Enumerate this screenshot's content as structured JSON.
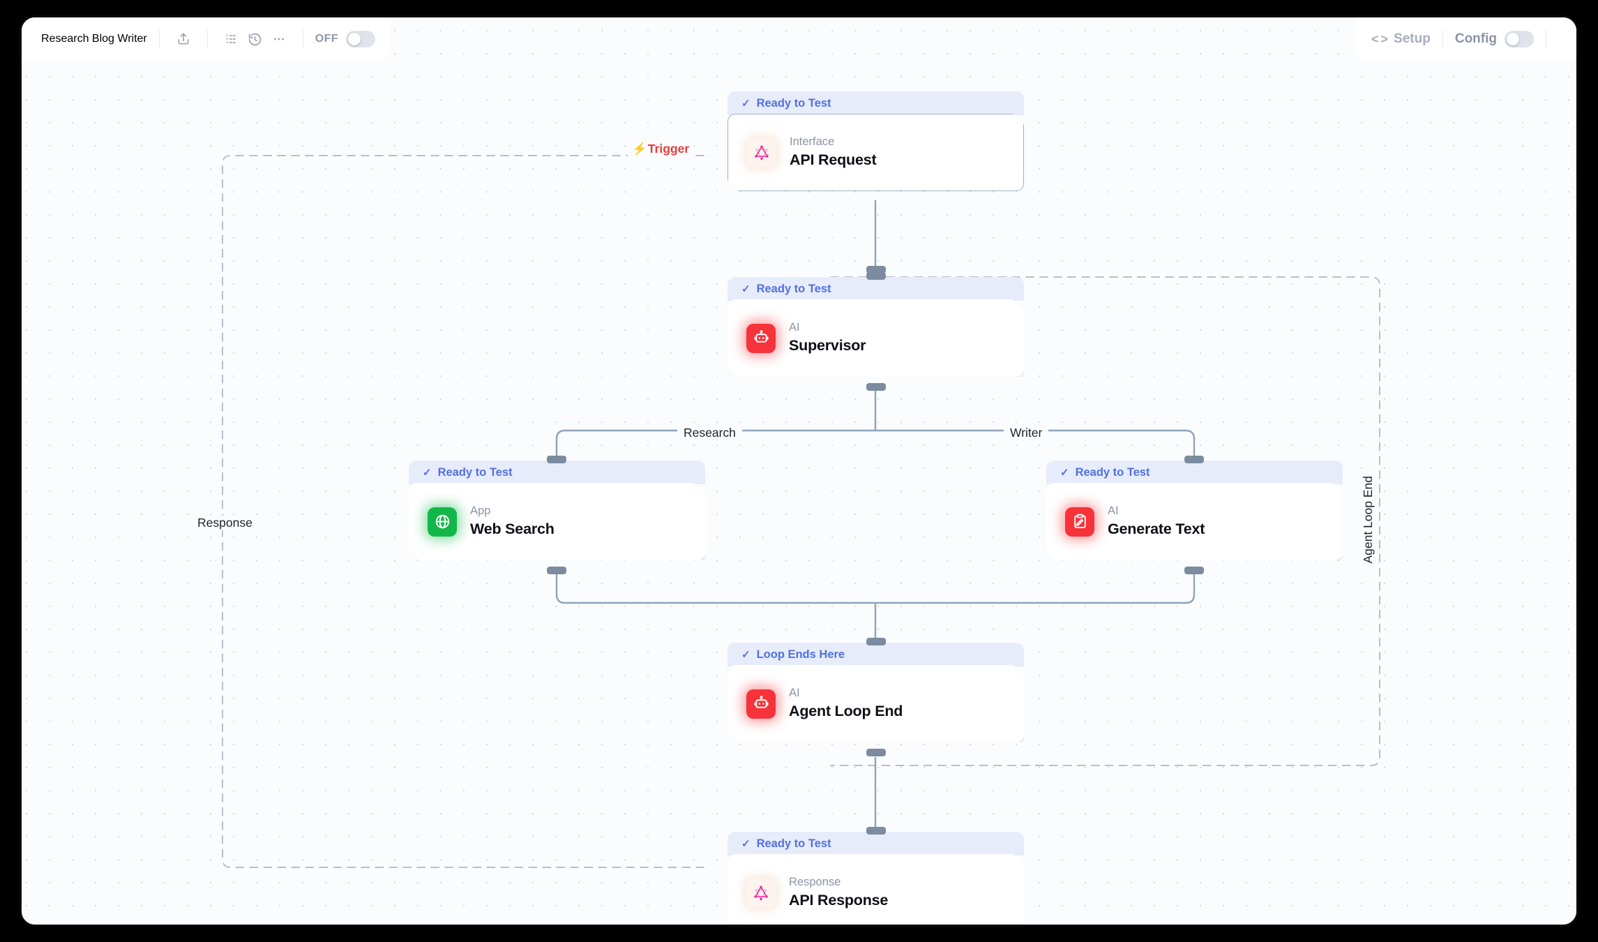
{
  "header": {
    "title": "Research Blog Writer",
    "tools": [
      {
        "name": "share-icon",
        "label": "Share"
      },
      {
        "name": "list-icon",
        "label": "List View"
      },
      {
        "name": "history-icon",
        "label": "History"
      },
      {
        "name": "more-icon",
        "label": "More options"
      }
    ],
    "power_toggle": {
      "label": "OFF",
      "state": "off"
    },
    "setup_button": {
      "label": "Setup",
      "icon": "code-brackets-icon"
    },
    "config_toggle": {
      "label": "Config",
      "state": "off"
    }
  },
  "canvas": {
    "labels": {
      "trigger": "Trigger",
      "research": "Research",
      "writer": "Writer",
      "response": "Response",
      "agent_loop_end": "Agent Loop End"
    }
  },
  "nodes": [
    {
      "id": "api-request",
      "status": "Ready to Test",
      "kind": "Interface",
      "title": "API Request",
      "icon": "graphql-icon",
      "icon_color": "#e8279b"
    },
    {
      "id": "supervisor",
      "status": "Ready to Test",
      "kind": "AI",
      "title": "Supervisor",
      "icon": "robot-icon",
      "icon_color": "#f6323a"
    },
    {
      "id": "web-search",
      "status": "Ready to Test",
      "kind": "App",
      "title": "Web Search",
      "icon": "globe-icon",
      "icon_color": "#12b74a"
    },
    {
      "id": "generate-text",
      "status": "Ready to Test",
      "kind": "AI",
      "title": "Generate Text",
      "icon": "clipboard-pencil-icon",
      "icon_color": "#f6323a"
    },
    {
      "id": "agent-loop-end",
      "status": "Loop Ends Here",
      "kind": "AI",
      "title": "Agent Loop End",
      "icon": "robot-icon",
      "icon_color": "#f6323a"
    },
    {
      "id": "api-response",
      "status": "Ready to Test",
      "kind": "Response",
      "title": "API Response",
      "icon": "graphql-icon",
      "icon_color": "#e8279b"
    }
  ],
  "colors": {
    "status_band": "#e7ecfb",
    "status_text": "#5270e0",
    "wire": "#8fa3b8",
    "dashed": "#b9bec9",
    "trigger": "#ea3b3b"
  }
}
